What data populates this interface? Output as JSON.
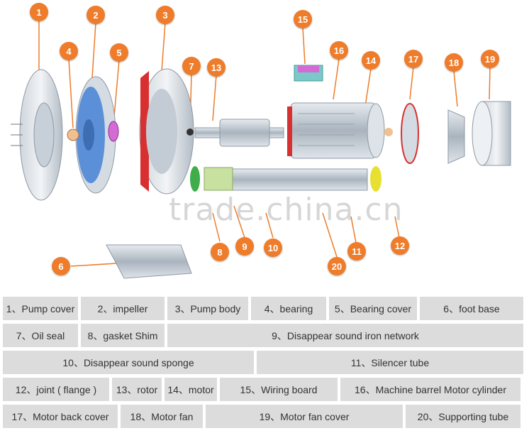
{
  "watermark": "trade.china.cn",
  "callouts": [
    "1",
    "2",
    "3",
    "4",
    "5",
    "6",
    "7",
    "8",
    "9",
    "10",
    "11",
    "12",
    "13",
    "14",
    "15",
    "16",
    "17",
    "18",
    "19",
    "20"
  ],
  "legend": {
    "row1": [
      "1、Pump cover",
      "2、impeller",
      "3、Pump body",
      "4、bearing",
      "5、Bearing cover",
      "6、foot base"
    ],
    "row2": [
      "7、Oil seal",
      "8、gasket Shim",
      "9、Disappear sound iron network"
    ],
    "row3": [
      "10、Disappear sound sponge",
      "11、Silencer tube"
    ],
    "row4": [
      "12、joint ( flange )",
      "13、rotor",
      "14、motor",
      "15、Wiring board",
      "16、Machine barrel Motor cylinder"
    ],
    "row5": [
      "17、Motor back cover",
      "18、Motor fan",
      "19、Motor fan cover",
      "20、Supporting tube"
    ]
  },
  "colors": {
    "callout": "#ee7c2a",
    "cell": "#dcdcdc",
    "part_blue": "#5b8fd8",
    "metal": "#b9c2cc",
    "accent_red": "#d83030"
  }
}
